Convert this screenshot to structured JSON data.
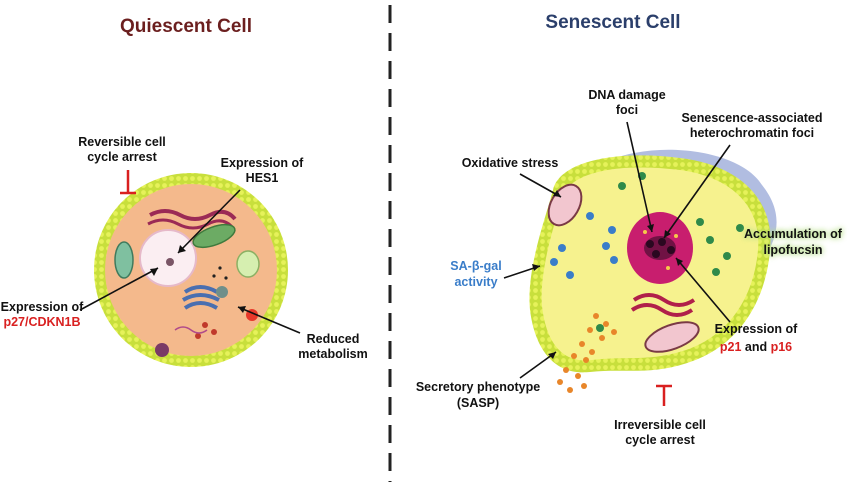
{
  "left_panel": {
    "title": "Quiescent Cell",
    "title_color": "#6b1f1f",
    "labels": {
      "reversible_1": "Reversible cell",
      "reversible_2": "cycle arrest",
      "hes1_1": "Expression of",
      "hes1_2": "HES1",
      "p27_1": "Expression of",
      "p27_2": "p27/CDKN1B",
      "metab_1": "Reduced",
      "metab_2": "metabolism"
    }
  },
  "right_panel": {
    "title": "Senescent Cell",
    "title_color": "#2b3f6b",
    "labels": {
      "dna_1": "DNA damage",
      "dna_2": "foci",
      "sahf_1": "Senescence-associated",
      "sahf_2": "heterochromatin foci",
      "ox": "Oxidative stress",
      "lipo_1": "Accumulation of",
      "lipo_2": "lipofucsin",
      "sabgal_1": "SA-β-gal",
      "sabgal_2": "activity",
      "p21_1": "Expression of",
      "p21_a": "p21",
      "p21_and": " and ",
      "p21_b": "p16",
      "sasp_1": "Secretory phenotype",
      "sasp_2": "(SASP)",
      "irrev_1": "Irreversible cell",
      "irrev_2": "cycle arrest"
    }
  },
  "colors": {
    "red_text": "#d92020",
    "blue_text": "#3a7dc9",
    "lipofucsin_glow": "#b8e08a",
    "membrane": "#d6e84a",
    "cytoplasm_quiescent": "#f4b98c",
    "cytoplasm_senescent": "#f6f28e"
  }
}
